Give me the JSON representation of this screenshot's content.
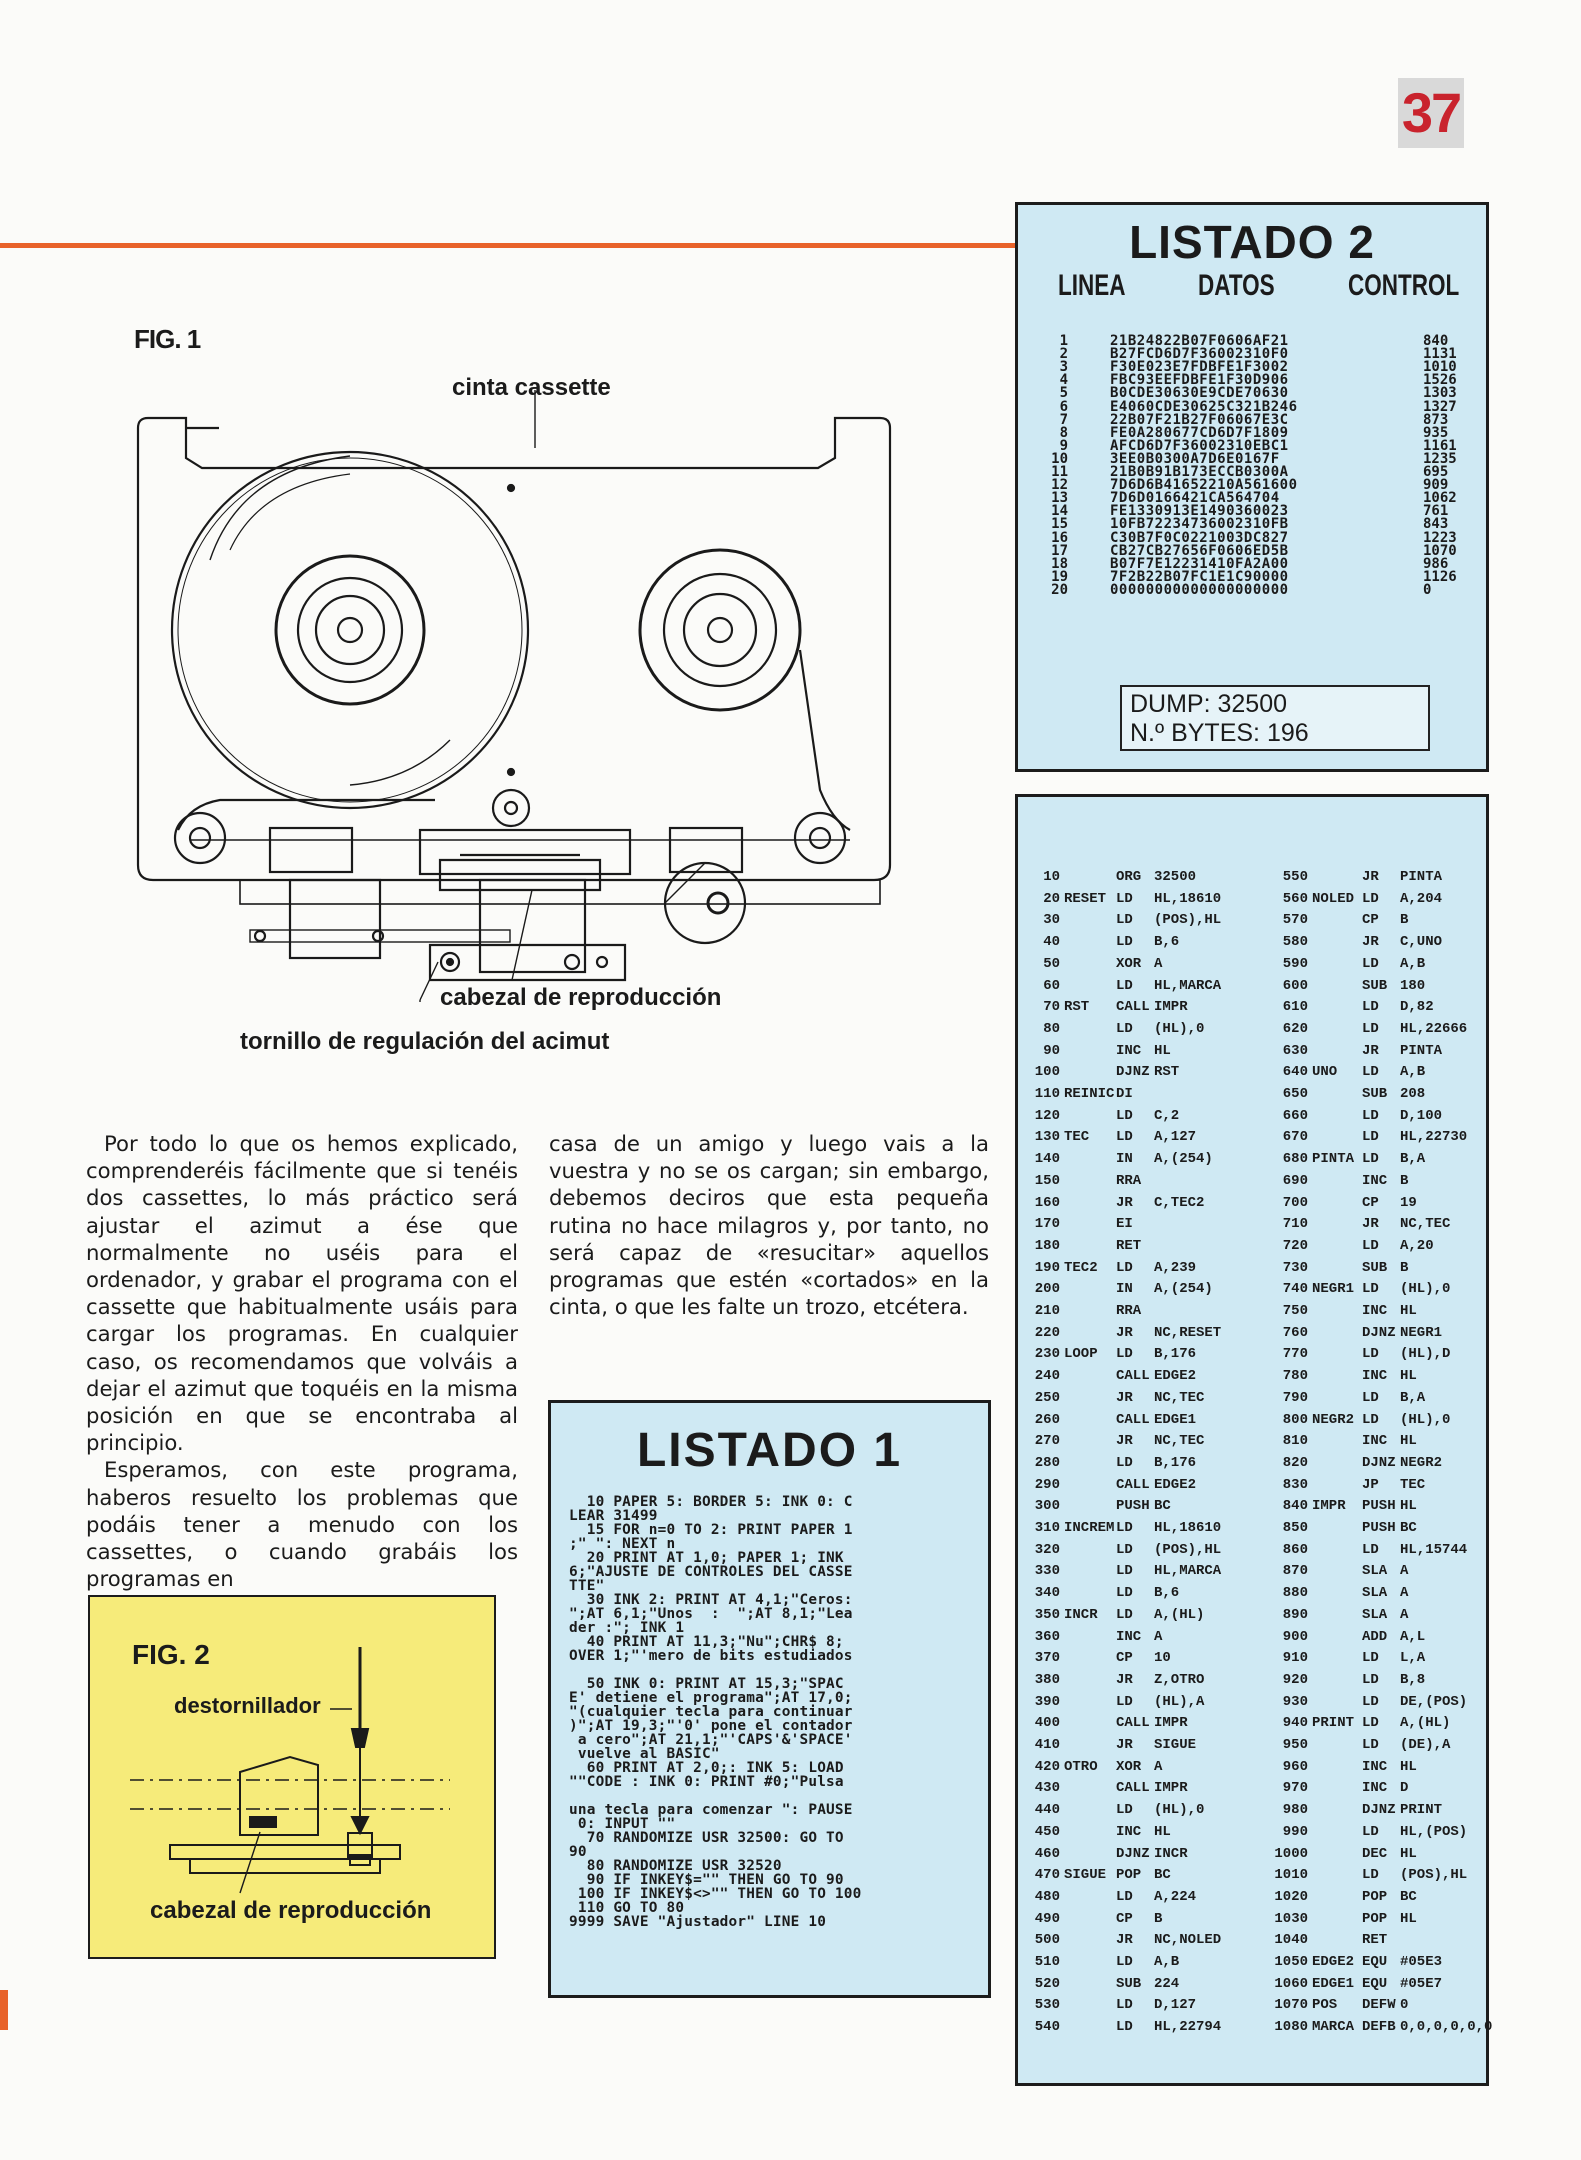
{
  "page_number": "37",
  "fig1": {
    "label": "FIG. 1",
    "captions": {
      "tape": "cinta cassette",
      "head": "cabezal de reproducción",
      "screw": "tornillo de regulación del acimut"
    }
  },
  "fig2": {
    "label": "FIG. 2",
    "captions": {
      "screwdriver": "destornillador",
      "head": "cabezal de reproducción"
    }
  },
  "article": {
    "col1_p1": "Por todo lo que os hemos explicado, comprenderéis fácilmente que si tenéis dos cassettes, lo más práctico será ajustar el azimut a ése que normalmente no uséis para el ordenador, y grabar el programa con el cassette que habitualmente usáis para cargar los programas. En cualquier caso, os recomendamos que volváis a dejar el azimut que toquéis en la misma posición en que se encontraba al principio.",
    "col1_p2": "Esperamos, con este programa, haberos resuelto los problemas que podáis tener a menudo con los cassettes, o cuando grabáis los programas en",
    "col2_p1": "casa de un amigo y luego vais a la vuestra y no se os cargan; sin embargo, debemos deciros que esta pequeña rutina no hace milagros y, por tanto, no será capaz de «resucitar» aquellos programas que estén «cortados» en la cinta, o que les falte un trozo, etcétera."
  },
  "listado1": {
    "title": "LISTADO 1",
    "code": "  10 PAPER 5: BORDER 5: INK 0: C\nLEAR 31499\n  15 FOR n=0 TO 2: PRINT PAPER 1\n;\" \": NEXT n\n  20 PRINT AT 1,0; PAPER 1; INK\n6;\"AJUSTE DE CONTROLES DEL CASSE\nTTE\"\n  30 INK 2: PRINT AT 4,1;\"Ceros:\n\";AT 6,1;\"Unos  :  \";AT 8,1;\"Lea\nder :\"; INK 1\n  40 PRINT AT 11,3;\"Nu\";CHR$ 8;\nOVER 1;\"'mero de bits estudiados\n\n  50 INK 0: PRINT AT 15,3;\"SPAC\nE' detiene el programa\";AT 17,0;\n\"(cualquier tecla para continuar\n)\";AT 19,3;\"'0' pone el contador\n a cero\";AT 21,1;\"'CAPS'&'SPACE'\n vuelve al BASIC\"\n  60 PRINT AT 2,0;: INK 5: LOAD\n\"\"CODE : INK 0: PRINT #0;\"Pulsa\n\nuna tecla para comenzar \": PAUSE\n 0: INPUT \"\"\n  70 RANDOMIZE USR 32500: GO TO\n90\n  80 RANDOMIZE USR 32520\n  90 IF INKEY$=\"\" THEN GO TO 90\n 100 IF INKEY$<>\"\" THEN GO TO 100\n 110 GO TO 80\n9999 SAVE \"Ajustador\" LINE 10"
  },
  "listado2": {
    "title": "LISTADO 2",
    "headers": {
      "linea": "LINEA",
      "datos": "DATOS",
      "control": "CONTROL"
    },
    "rows": [
      {
        "linea": "1",
        "datos": "21B24822B07F0606AF21",
        "control": "840"
      },
      {
        "linea": "2",
        "datos": "B27FCD6D7F36002310F0",
        "control": "1131"
      },
      {
        "linea": "3",
        "datos": "F30E023E7FDBFE1F3002",
        "control": "1010"
      },
      {
        "linea": "4",
        "datos": "FBC93EEFDBFE1F30D906",
        "control": "1526"
      },
      {
        "linea": "5",
        "datos": "B0CDE30630E9CDE70630",
        "control": "1303"
      },
      {
        "linea": "6",
        "datos": "E4060CDE30625C321B246",
        "control": "1327"
      },
      {
        "linea": "7",
        "datos": "22B07F21B27F06067E3C",
        "control": "873"
      },
      {
        "linea": "8",
        "datos": "FE0A280677CD6D7F1809",
        "control": "935"
      },
      {
        "linea": "9",
        "datos": "AFCD6D7F36002310EBC1",
        "control": "1161"
      },
      {
        "linea": "10",
        "datos": "3EE0B0300A7D6E0167F",
        "control": "1235"
      },
      {
        "linea": "11",
        "datos": "21B0B91B173ECCB0300A",
        "control": "695"
      },
      {
        "linea": "12",
        "datos": "7D6D6B41652210A561600",
        "control": "909"
      },
      {
        "linea": "13",
        "datos": "7D6D0166421CA564704",
        "control": "1062"
      },
      {
        "linea": "14",
        "datos": "FE1330913E1490360023",
        "control": "761"
      },
      {
        "linea": "15",
        "datos": "10FB72234736002310FB",
        "control": "843"
      },
      {
        "linea": "16",
        "datos": "C30B7F0C0221003DC827",
        "control": "1223"
      },
      {
        "linea": "17",
        "datos": "CB27CB27656F0606ED5B",
        "control": "1070"
      },
      {
        "linea": "18",
        "datos": "B07F7E12231410FA2A00",
        "control": "986"
      },
      {
        "linea": "19",
        "datos": "7F2B22B07FC1E1C90000",
        "control": "1126"
      },
      {
        "linea": "20",
        "datos": "00000000000000000000",
        "control": "0"
      }
    ],
    "dump": "DUMP: 32500",
    "bytes": "N.º BYTES: 196"
  },
  "listado3": {
    "left": [
      [
        "10",
        "",
        "ORG",
        "32500"
      ],
      [
        "20",
        "RESET",
        "LD",
        "HL,18610"
      ],
      [
        "30",
        "",
        "LD",
        "(POS),HL"
      ],
      [
        "40",
        "",
        "LD",
        "B,6"
      ],
      [
        "50",
        "",
        "XOR",
        "A"
      ],
      [
        "60",
        "",
        "LD",
        "HL,MARCA"
      ],
      [
        "70",
        "RST",
        "CALL",
        "IMPR"
      ],
      [
        "80",
        "",
        "LD",
        "(HL),0"
      ],
      [
        "90",
        "",
        "INC",
        "HL"
      ],
      [
        "100",
        "",
        "DJNZ",
        "RST"
      ],
      [
        "110",
        "REINIC",
        "DI",
        ""
      ],
      [
        "120",
        "",
        "LD",
        "C,2"
      ],
      [
        "130",
        "TEC",
        "LD",
        "A,127"
      ],
      [
        "140",
        "",
        "IN",
        "A,(254)"
      ],
      [
        "150",
        "",
        "RRA",
        ""
      ],
      [
        "160",
        "",
        "JR",
        "C,TEC2"
      ],
      [
        "170",
        "",
        "EI",
        ""
      ],
      [
        "180",
        "",
        "RET",
        ""
      ],
      [
        "190",
        "TEC2",
        "LD",
        "A,239"
      ],
      [
        "200",
        "",
        "IN",
        "A,(254)"
      ],
      [
        "210",
        "",
        "RRA",
        ""
      ],
      [
        "220",
        "",
        "JR",
        "NC,RESET"
      ],
      [
        "230",
        "LOOP",
        "LD",
        "B,176"
      ],
      [
        "240",
        "",
        "CALL",
        "EDGE2"
      ],
      [
        "250",
        "",
        "JR",
        "NC,TEC"
      ],
      [
        "260",
        "",
        "CALL",
        "EDGE1"
      ],
      [
        "270",
        "",
        "JR",
        "NC,TEC"
      ],
      [
        "280",
        "",
        "LD",
        "B,176"
      ],
      [
        "290",
        "",
        "CALL",
        "EDGE2"
      ],
      [
        "300",
        "",
        "PUSH",
        "BC"
      ],
      [
        "310",
        "INCREM",
        "LD",
        "HL,18610"
      ],
      [
        "320",
        "",
        "LD",
        "(POS),HL"
      ],
      [
        "330",
        "",
        "LD",
        "HL,MARCA"
      ],
      [
        "340",
        "",
        "LD",
        "B,6"
      ],
      [
        "350",
        "INCR",
        "LD",
        "A,(HL)"
      ],
      [
        "360",
        "",
        "INC",
        "A"
      ],
      [
        "370",
        "",
        "CP",
        "10"
      ],
      [
        "380",
        "",
        "JR",
        "Z,OTRO"
      ],
      [
        "390",
        "",
        "LD",
        "(HL),A"
      ],
      [
        "400",
        "",
        "CALL",
        "IMPR"
      ],
      [
        "410",
        "",
        "JR",
        "SIGUE"
      ],
      [
        "420",
        "OTRO",
        "XOR",
        "A"
      ],
      [
        "430",
        "",
        "CALL",
        "IMPR"
      ],
      [
        "440",
        "",
        "LD",
        "(HL),0"
      ],
      [
        "450",
        "",
        "INC",
        "HL"
      ],
      [
        "460",
        "",
        "DJNZ",
        "INCR"
      ],
      [
        "470",
        "SIGUE",
        "POP",
        "BC"
      ],
      [
        "480",
        "",
        "LD",
        "A,224"
      ],
      [
        "490",
        "",
        "CP",
        "B"
      ],
      [
        "500",
        "",
        "JR",
        "NC,NOLED"
      ],
      [
        "510",
        "",
        "LD",
        "A,B"
      ],
      [
        "520",
        "",
        "SUB",
        "224"
      ],
      [
        "530",
        "",
        "LD",
        "D,127"
      ],
      [
        "540",
        "",
        "LD",
        "HL,22794"
      ]
    ],
    "right": [
      [
        "550",
        "",
        "JR",
        "PINTA"
      ],
      [
        "560",
        "NOLED",
        "LD",
        "A,204"
      ],
      [
        "570",
        "",
        "CP",
        "B"
      ],
      [
        "580",
        "",
        "JR",
        "C,UNO"
      ],
      [
        "590",
        "",
        "LD",
        "A,B"
      ],
      [
        "600",
        "",
        "SUB",
        "180"
      ],
      [
        "610",
        "",
        "LD",
        "D,82"
      ],
      [
        "620",
        "",
        "LD",
        "HL,22666"
      ],
      [
        "630",
        "",
        "JR",
        "PINTA"
      ],
      [
        "640",
        "UNO",
        "LD",
        "A,B"
      ],
      [
        "650",
        "",
        "SUB",
        "208"
      ],
      [
        "660",
        "",
        "LD",
        "D,100"
      ],
      [
        "670",
        "",
        "LD",
        "HL,22730"
      ],
      [
        "680",
        "PINTA",
        "LD",
        "B,A"
      ],
      [
        "690",
        "",
        "INC",
        "B"
      ],
      [
        "700",
        "",
        "CP",
        "19"
      ],
      [
        "710",
        "",
        "JR",
        "NC,TEC"
      ],
      [
        "720",
        "",
        "LD",
        "A,20"
      ],
      [
        "730",
        "",
        "SUB",
        "B"
      ],
      [
        "740",
        "NEGR1",
        "LD",
        "(HL),0"
      ],
      [
        "750",
        "",
        "INC",
        "HL"
      ],
      [
        "760",
        "",
        "DJNZ",
        "NEGR1"
      ],
      [
        "770",
        "",
        "LD",
        "(HL),D"
      ],
      [
        "780",
        "",
        "INC",
        "HL"
      ],
      [
        "790",
        "",
        "LD",
        "B,A"
      ],
      [
        "800",
        "NEGR2",
        "LD",
        "(HL),0"
      ],
      [
        "810",
        "",
        "INC",
        "HL"
      ],
      [
        "820",
        "",
        "DJNZ",
        "NEGR2"
      ],
      [
        "830",
        "",
        "JP",
        "TEC"
      ],
      [
        "840",
        "IMPR",
        "PUSH",
        "HL"
      ],
      [
        "850",
        "",
        "PUSH",
        "BC"
      ],
      [
        "860",
        "",
        "LD",
        "HL,15744"
      ],
      [
        "870",
        "",
        "SLA",
        "A"
      ],
      [
        "880",
        "",
        "SLA",
        "A"
      ],
      [
        "890",
        "",
        "SLA",
        "A"
      ],
      [
        "900",
        "",
        "ADD",
        "A,L"
      ],
      [
        "910",
        "",
        "LD",
        "L,A"
      ],
      [
        "920",
        "",
        "LD",
        "B,8"
      ],
      [
        "930",
        "",
        "LD",
        "DE,(POS)"
      ],
      [
        "940",
        "PRINT",
        "LD",
        "A,(HL)"
      ],
      [
        "950",
        "",
        "LD",
        "(DE),A"
      ],
      [
        "960",
        "",
        "INC",
        "HL"
      ],
      [
        "970",
        "",
        "INC",
        "D"
      ],
      [
        "980",
        "",
        "DJNZ",
        "PRINT"
      ],
      [
        "990",
        "",
        "LD",
        "HL,(POS)"
      ],
      [
        "1000",
        "",
        "DEC",
        "HL"
      ],
      [
        "1010",
        "",
        "LD",
        "(POS),HL"
      ],
      [
        "1020",
        "",
        "POP",
        "BC"
      ],
      [
        "1030",
        "",
        "POP",
        "HL"
      ],
      [
        "1040",
        "",
        "RET",
        ""
      ],
      [
        "1050",
        "EDGE2",
        "EQU",
        "#05E3"
      ],
      [
        "1060",
        "EDGE1",
        "EQU",
        "#05E7"
      ],
      [
        "1070",
        "POS",
        "DEFW",
        "0"
      ],
      [
        "1080",
        "MARCA",
        "DEFB",
        "0,0,0,0,0,0"
      ]
    ]
  }
}
